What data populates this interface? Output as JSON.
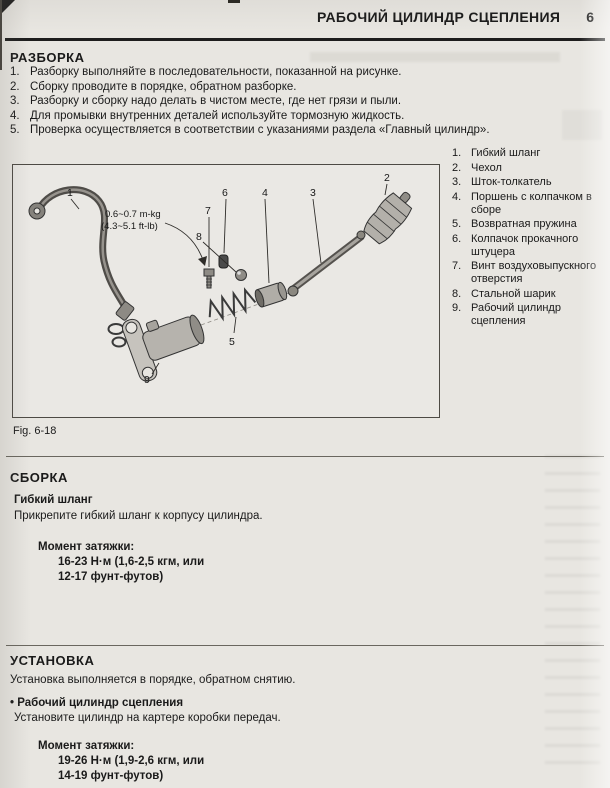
{
  "header": {
    "title": "РАБОЧИЙ ЦИЛИНДР СЦЕПЛЕНИЯ",
    "page_number": "6"
  },
  "disassembly": {
    "title": "РАЗБОРКА",
    "items": [
      {
        "num": "1.",
        "text": "Разборку выполняйте в последовательности, показанной на рисунке."
      },
      {
        "num": "2.",
        "text": "Сборку проводите в порядке, обратном разборке."
      },
      {
        "num": "3.",
        "text": "Разборку и сборку надо делать в чистом месте, где нет грязи и пыли."
      },
      {
        "num": "4.",
        "text": "Для промывки внутренних деталей используйте тормозную жидкость."
      },
      {
        "num": "5.",
        "text": "Проверка осуществляется в соответствии с указаниями раздела «Главный цилиндр»."
      }
    ]
  },
  "figure": {
    "caption": "Fig. 6-18",
    "torque_line1": "0.6~0.7 m-kg",
    "torque_line2": "(4.3~5.1 ft-lb)",
    "callouts": {
      "hose": "1",
      "boot": "2",
      "rod": "3",
      "piston": "4",
      "spring": "5",
      "cap": "6",
      "screw": "7",
      "ball": "8",
      "cylinder": "9"
    }
  },
  "parts_list": {
    "items": [
      {
        "num": "1.",
        "text": "Гибкий шланг"
      },
      {
        "num": "2.",
        "text": "Чехол"
      },
      {
        "num": "3.",
        "text": "Шток-толкатель"
      },
      {
        "num": "4.",
        "text": "Поршень с колпачком в сборе"
      },
      {
        "num": "5.",
        "text": "Возвратная пружина"
      },
      {
        "num": "6.",
        "text": "Колпачок прокачного штуцера"
      },
      {
        "num": "7.",
        "text": "Винт воздуховыпускного отверстия"
      },
      {
        "num": "8.",
        "text": "Стальной шарик"
      },
      {
        "num": "9.",
        "text": "Рабочий цилиндр сцепления"
      }
    ]
  },
  "assembly": {
    "title": "СБОРКА",
    "subheading": "Гибкий шланг",
    "paragraph": "Прикрепите гибкий шланг к корпусу цилиндра.",
    "torque_heading": "Момент затяжки:",
    "torque_line1": "16-23 Н·м (1,6-2,5 кгм, или",
    "torque_line2": "12-17 фунт-футов)"
  },
  "installation": {
    "title": "УСТАНОВКА",
    "paragraph": "Установка выполняется в порядке, обратном снятию.",
    "bullet_heading": "• Рабочий цилиндр сцепления",
    "paragraph2": "Установите цилиндр на картере коробки передач.",
    "torque_heading": "Момент затяжки:",
    "torque_line1": "19-26 Н·м (1,9-2,6 кгм, или",
    "torque_line2": "14-19 фунт-футов)"
  }
}
